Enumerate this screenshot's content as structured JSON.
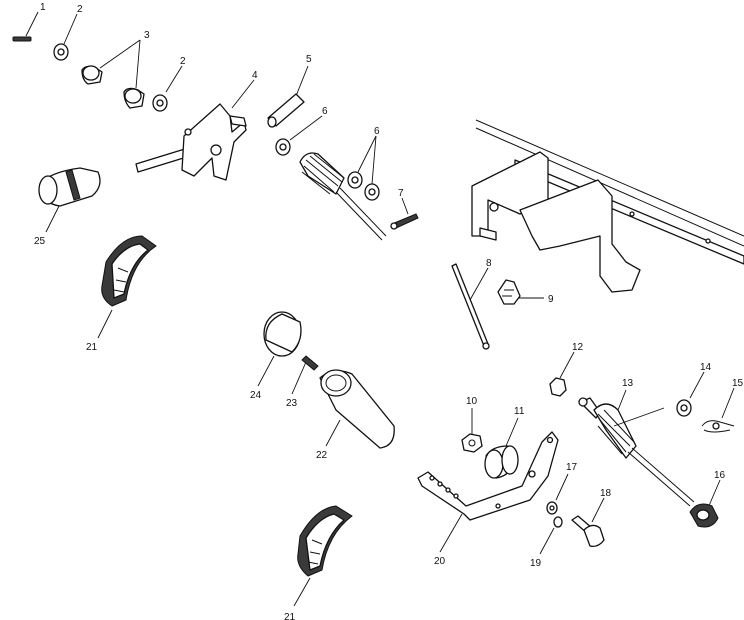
{
  "callouts": {
    "c1": "1",
    "c2a": "2",
    "c2b": "2",
    "c3": "3",
    "c4": "4",
    "c5": "5",
    "c6a": "6",
    "c6b": "6",
    "c7": "7",
    "c8": "8",
    "c9": "9",
    "c10": "10",
    "c11": "11",
    "c12": "12",
    "c13": "13",
    "c14": "14",
    "c15": "15",
    "c16": "16",
    "c17": "17",
    "c18": "18",
    "c19": "19",
    "c20": "20",
    "c21a": "21",
    "c21b": "21",
    "c22": "22",
    "c23": "23",
    "c24": "24",
    "c25": "25"
  }
}
